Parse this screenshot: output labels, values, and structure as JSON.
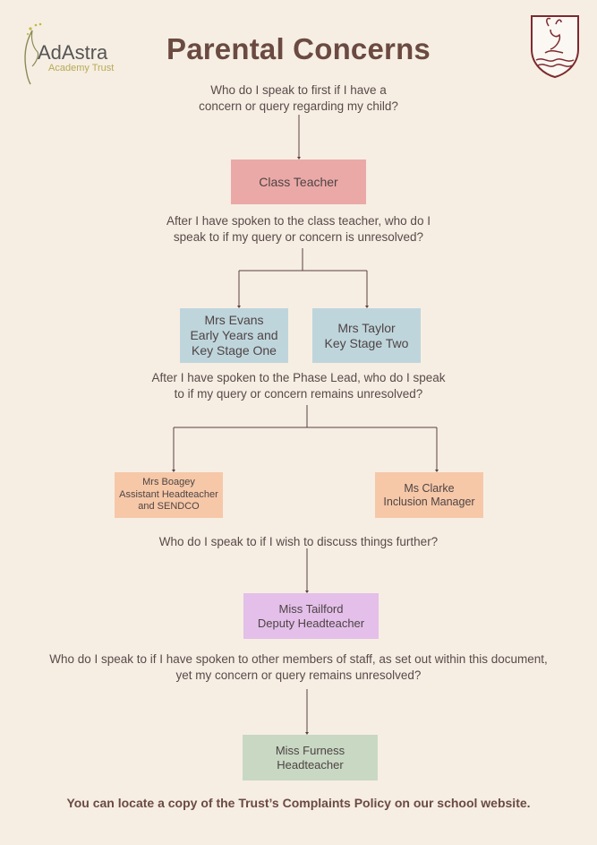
{
  "logo": {
    "name": "AdAstra",
    "subtitle": "Academy Trust"
  },
  "title": "Parental Concerns",
  "questions": {
    "q1": [
      "Who do I speak to first if I have a",
      "concern or query regarding my child?"
    ],
    "q2": [
      "After I have spoken to the class teacher, who do I",
      "speak to if my query or concern is unresolved?"
    ],
    "q3": [
      "After I have spoken to the Phase Lead, who do I speak",
      "to if my query or concern remains unresolved?"
    ],
    "q4": [
      "Who do I speak to if I wish to discuss things further?"
    ],
    "q5": [
      "Who do I speak to if I have spoken to other members of staff, as set out within this document,",
      "yet my concern or query remains unresolved?"
    ]
  },
  "boxes": {
    "class_teacher": [
      "Class Teacher"
    ],
    "mrs_evans": [
      "Mrs Evans",
      "Early Years and",
      "Key Stage One"
    ],
    "mrs_taylor": [
      "Mrs Taylor",
      "Key Stage Two"
    ],
    "mrs_boagey": [
      "Mrs Boagey",
      "Assistant Headteacher",
      "and SENDCO"
    ],
    "ms_clarke": [
      "Ms Clarke",
      "Inclusion Manager"
    ],
    "miss_tailford": [
      "Miss Tailford",
      "Deputy Headteacher"
    ],
    "miss_furness": [
      "Miss Furness",
      "Headteacher"
    ]
  },
  "colors": {
    "class_teacher": "#eaa9a7",
    "phase_lead": "#bfd5dc",
    "senior": "#f6c8a8",
    "deputy": "#e3bfe9",
    "head": "#c8d8c3",
    "line": "#5a4040"
  },
  "footer": "You can locate a copy of the Trust’s Complaints Policy on our school website."
}
